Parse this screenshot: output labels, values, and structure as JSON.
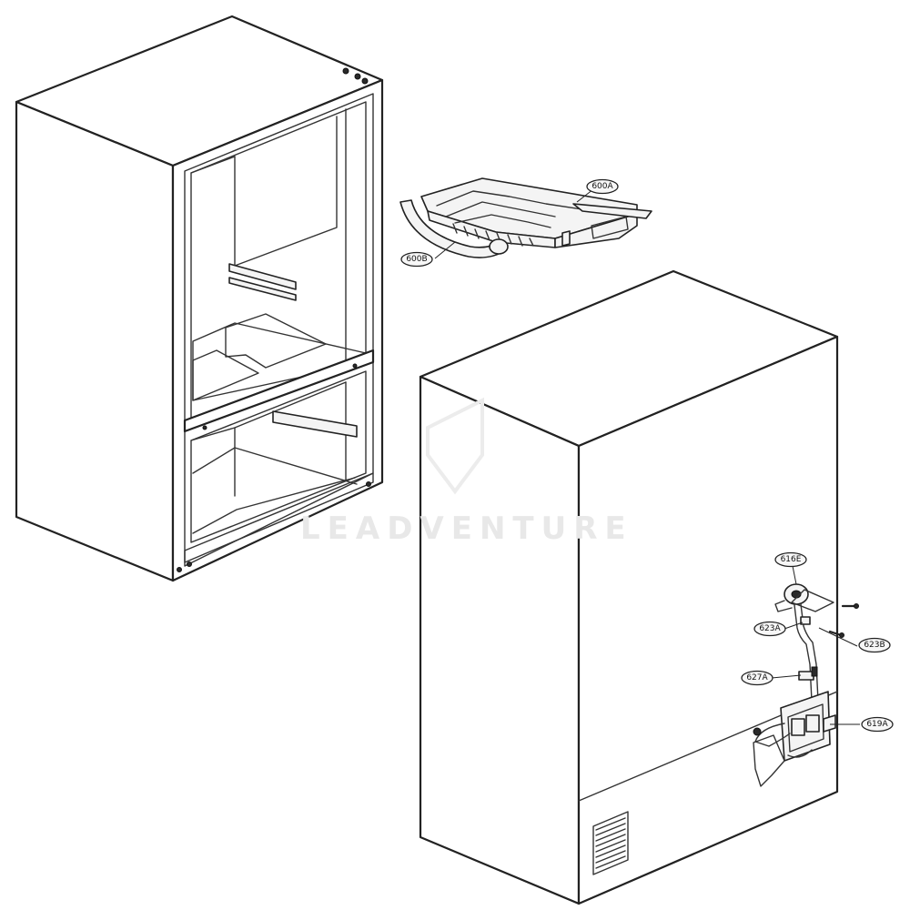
{
  "diagram": {
    "watermark": "LEADVENTURE",
    "callouts": {
      "p600A": "600A",
      "p600B": "600B",
      "p616E": "616E",
      "p623A": "623A",
      "p623B": "623B",
      "p627A": "627A",
      "p619A": "619A"
    }
  },
  "colors": {
    "line": "#222222",
    "background": "#ffffff",
    "watermark": "#e8e8e8"
  }
}
